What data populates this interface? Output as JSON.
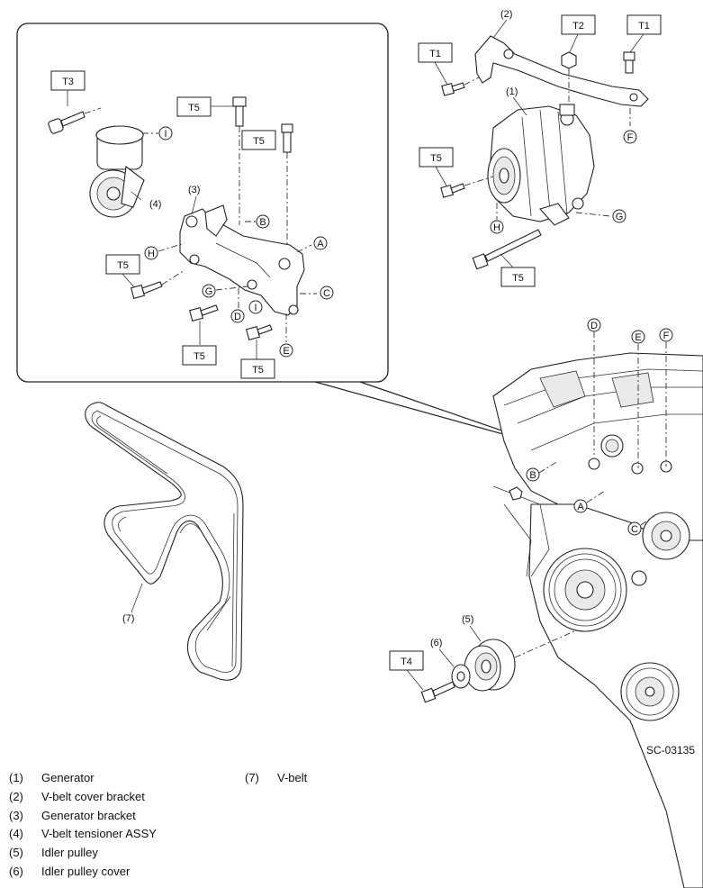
{
  "figure_code": "SC-03135",
  "callouts": {
    "inset_t3": "T3",
    "inset_t5_a": "T5",
    "inset_t5_b": "T5",
    "inset_t5_c": "T5",
    "inset_t5_d": "T5",
    "inset_t5_e": "T5",
    "gen_t1_left": "T1",
    "gen_t2": "T2",
    "gen_t1_right": "T1",
    "gen_t5_left": "T5",
    "gen_t5_bottom": "T5",
    "idler_t4": "T4"
  },
  "part_numbers": {
    "p1": "(1)",
    "p2": "(2)",
    "p3": "(3)",
    "p4": "(4)",
    "p5": "(5)",
    "p6": "(6)",
    "p7": "(7)"
  },
  "reference_letters": {
    "inset_i": "I",
    "inset_b": "B",
    "inset_h": "H",
    "inset_a": "A",
    "inset_g": "G",
    "inset_c": "C",
    "inset_d": "D",
    "inset_i2": "I",
    "inset_e": "E",
    "gen_f": "F",
    "gen_h": "H",
    "gen_g": "G",
    "eng_d": "D",
    "eng_e": "E",
    "eng_f": "F",
    "eng_b": "B",
    "eng_a": "A",
    "eng_c": "C"
  },
  "legend": [
    {
      "num": "(1)",
      "name": "Generator"
    },
    {
      "num": "(2)",
      "name": "V-belt cover bracket"
    },
    {
      "num": "(3)",
      "name": "Generator bracket"
    },
    {
      "num": "(4)",
      "name": "V-belt tensioner ASSY"
    },
    {
      "num": "(5)",
      "name": "Idler pulley"
    },
    {
      "num": "(6)",
      "name": "Idler pulley cover"
    },
    {
      "num": "(7)",
      "name": "V-belt"
    }
  ]
}
